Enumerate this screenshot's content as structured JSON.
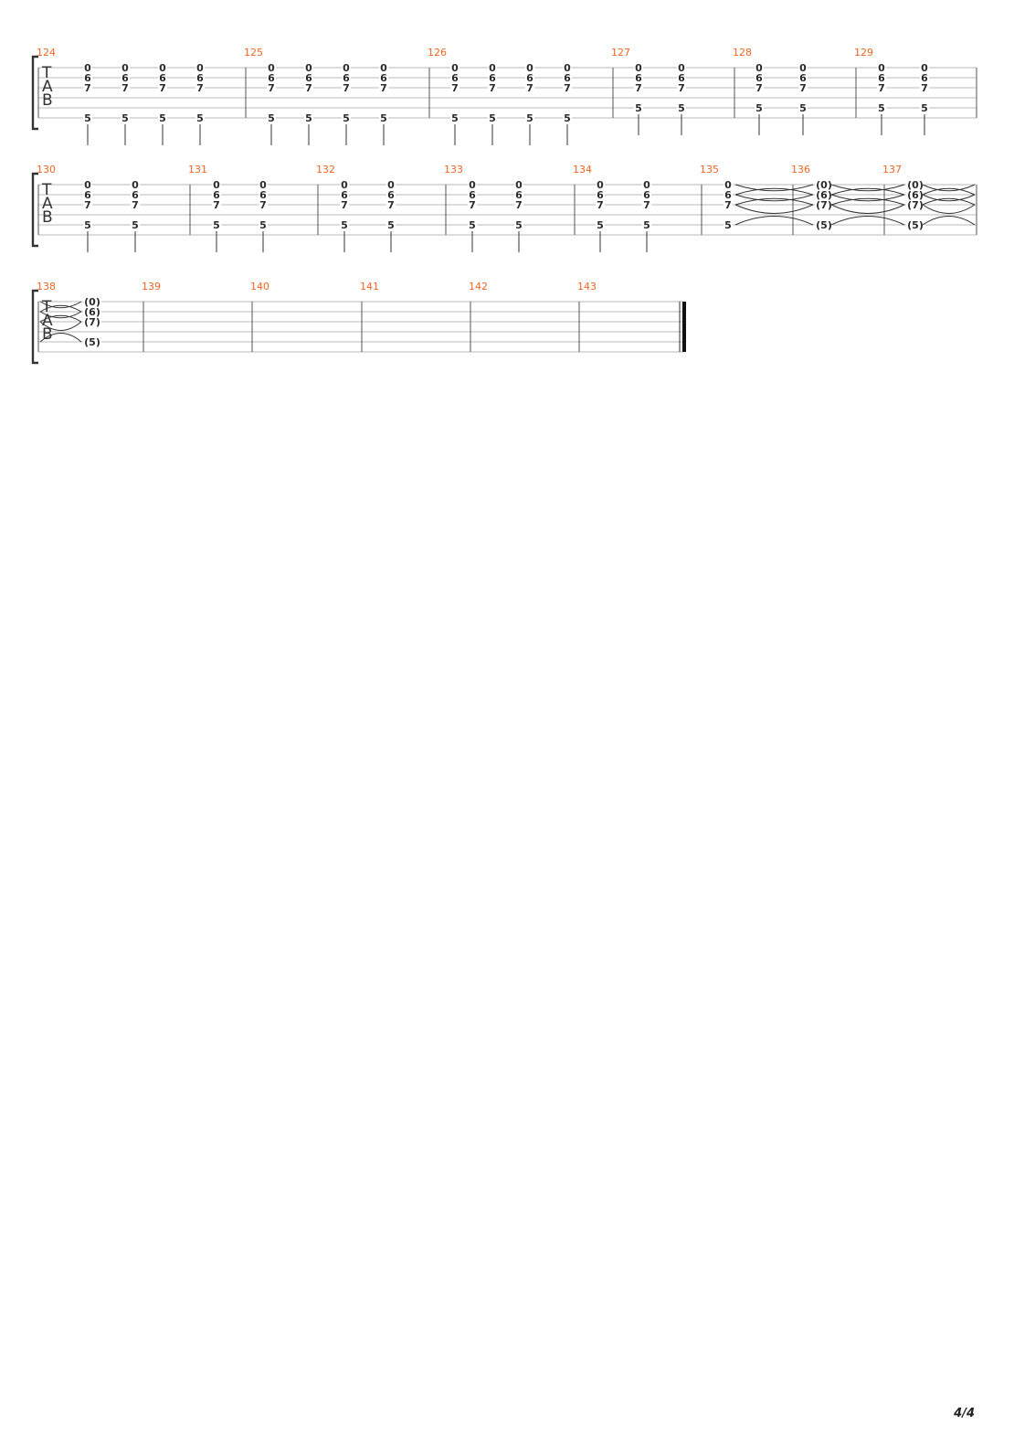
{
  "clef": [
    "T",
    "A",
    "B"
  ],
  "page_number": "4/4",
  "systems": [
    {
      "measures": [
        {
          "number": "124",
          "beats": [
            {
              "frets": [
                "0",
                "6",
                "7",
                "",
                "",
                "5"
              ],
              "stem": true
            },
            {
              "frets": [
                "0",
                "6",
                "7",
                "",
                "",
                "5"
              ],
              "stem": true
            },
            {
              "frets": [
                "0",
                "6",
                "7",
                "",
                "",
                "5"
              ],
              "stem": true
            },
            {
              "frets": [
                "0",
                "6",
                "7",
                "",
                "",
                "5"
              ],
              "stem": true
            }
          ]
        },
        {
          "number": "125",
          "beats": [
            {
              "frets": [
                "0",
                "6",
                "7",
                "",
                "",
                "5"
              ],
              "stem": true
            },
            {
              "frets": [
                "0",
                "6",
                "7",
                "",
                "",
                "5"
              ],
              "stem": true
            },
            {
              "frets": [
                "0",
                "6",
                "7",
                "",
                "",
                "5"
              ],
              "stem": true
            },
            {
              "frets": [
                "0",
                "6",
                "7",
                "",
                "",
                "5"
              ],
              "stem": true
            }
          ]
        },
        {
          "number": "126",
          "beats": [
            {
              "frets": [
                "0",
                "6",
                "7",
                "",
                "",
                "5"
              ],
              "stem": true
            },
            {
              "frets": [
                "0",
                "6",
                "7",
                "",
                "",
                "5"
              ],
              "stem": true
            },
            {
              "frets": [
                "0",
                "6",
                "7",
                "",
                "",
                "5"
              ],
              "stem": true
            },
            {
              "frets": [
                "0",
                "6",
                "7",
                "",
                "",
                "5"
              ],
              "stem": true
            }
          ]
        },
        {
          "number": "127",
          "beats": [
            {
              "frets": [
                "0",
                "6",
                "7",
                "",
                "5",
                ""
              ],
              "stem": true
            },
            {
              "frets": [
                "0",
                "6",
                "7",
                "",
                "5",
                ""
              ],
              "stem": true
            }
          ]
        },
        {
          "number": "128",
          "beats": [
            {
              "frets": [
                "0",
                "6",
                "7",
                "",
                "5",
                ""
              ],
              "stem": true
            },
            {
              "frets": [
                "0",
                "6",
                "7",
                "",
                "5",
                ""
              ],
              "stem": true
            }
          ]
        },
        {
          "number": "129",
          "beats": [
            {
              "frets": [
                "0",
                "6",
                "7",
                "",
                "5",
                ""
              ],
              "stem": true
            },
            {
              "frets": [
                "0",
                "6",
                "7",
                "",
                "5",
                ""
              ],
              "stem": true
            }
          ]
        }
      ]
    },
    {
      "measures": [
        {
          "number": "130",
          "beats": [
            {
              "frets": [
                "0",
                "6",
                "7",
                "",
                "5",
                ""
              ],
              "stem": true
            },
            {
              "frets": [
                "0",
                "6",
                "7",
                "",
                "5",
                ""
              ],
              "stem": true
            }
          ]
        },
        {
          "number": "131",
          "beats": [
            {
              "frets": [
                "0",
                "6",
                "7",
                "",
                "5",
                ""
              ],
              "stem": true
            },
            {
              "frets": [
                "0",
                "6",
                "7",
                "",
                "5",
                ""
              ],
              "stem": true
            }
          ]
        },
        {
          "number": "132",
          "beats": [
            {
              "frets": [
                "0",
                "6",
                "7",
                "",
                "5",
                ""
              ],
              "stem": true
            },
            {
              "frets": [
                "0",
                "6",
                "7",
                "",
                "5",
                ""
              ],
              "stem": true
            }
          ]
        },
        {
          "number": "133",
          "beats": [
            {
              "frets": [
                "0",
                "6",
                "7",
                "",
                "5",
                ""
              ],
              "stem": true
            },
            {
              "frets": [
                "0",
                "6",
                "7",
                "",
                "5",
                ""
              ],
              "stem": true
            }
          ]
        },
        {
          "number": "134",
          "beats": [
            {
              "frets": [
                "0",
                "6",
                "7",
                "",
                "5",
                ""
              ],
              "stem": true
            },
            {
              "frets": [
                "0",
                "6",
                "7",
                "",
                "5",
                ""
              ],
              "stem": true
            }
          ]
        },
        {
          "number": "135",
          "beats": [
            {
              "frets": [
                "0",
                "6",
                "7",
                "",
                "5",
                ""
              ],
              "stem": false,
              "tie_out": true
            }
          ]
        },
        {
          "number": "136",
          "beats": [
            {
              "frets": [
                "(0)",
                "(6)",
                "(7)",
                "",
                "(5)",
                ""
              ],
              "stem": false,
              "tie_out": true
            }
          ]
        },
        {
          "number": "137",
          "beats": [
            {
              "frets": [
                "(0)",
                "(6)",
                "(7)",
                "",
                "(5)",
                ""
              ],
              "stem": false,
              "tie_out": true
            }
          ]
        }
      ]
    },
    {
      "measures": [
        {
          "number": "138",
          "beats": [
            {
              "frets": [
                "(0)",
                "(6)",
                "(7)",
                "",
                "(5)",
                ""
              ],
              "stem": false
            }
          ]
        },
        {
          "number": "139",
          "beats": []
        },
        {
          "number": "140",
          "beats": []
        },
        {
          "number": "141",
          "beats": []
        },
        {
          "number": "142",
          "beats": []
        },
        {
          "number": "143",
          "beats": []
        }
      ]
    }
  ]
}
